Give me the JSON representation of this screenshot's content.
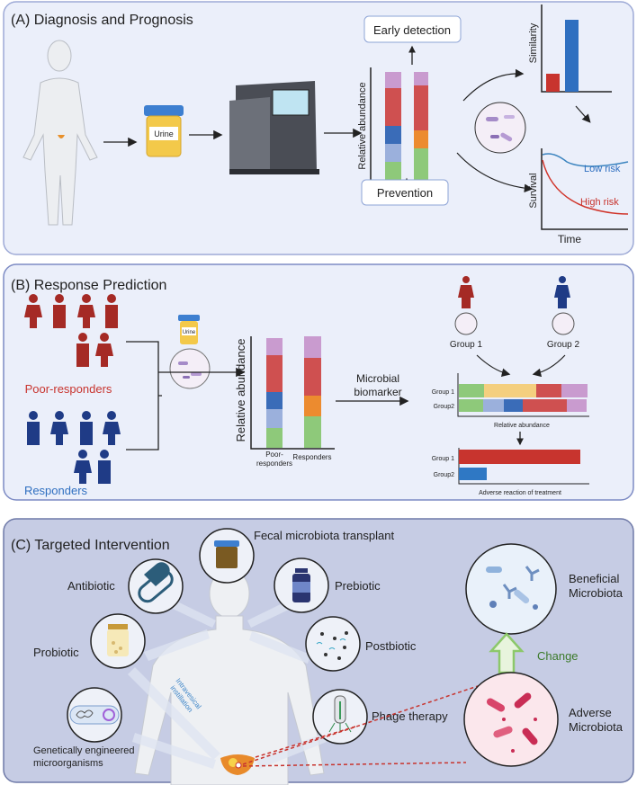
{
  "panelA": {
    "title": "(A) Diagnosis and Prognosis",
    "urine_label": "Urine",
    "ylabel": "Relative abundance",
    "early_detection": "Early detection",
    "prevention": "Prevention",
    "similarity_label": "Similarity",
    "survival_label": "Survival",
    "time_label": "Time",
    "low_risk": "Low risk",
    "high_risk": "High risk"
  },
  "panelB": {
    "title": "(B) Response Prediction",
    "poor_responders": "Poor-responders",
    "responders": "Responders",
    "urine_label": "Urine",
    "ylabel": "Relative abundance",
    "x_poor_1": "Poor-",
    "x_poor_2": "responders",
    "x_resp": "Responders",
    "biomarker_1": "Microbial",
    "biomarker_2": "biomarker",
    "group1": "Group 1",
    "group2": "Group 2",
    "row_group1": "Group 1",
    "row_group2": "Group2",
    "rel_abundance": "Relative abundance",
    "adverse": "Adverse reaction of treatment"
  },
  "panelC": {
    "title": "(C) Targeted Intervention",
    "fmt": "Fecal microbiota transplant",
    "antibiotic": "Antibiotic",
    "prebiotic": "Prebiotic",
    "probiotic": "Probiotic",
    "postbiotic": "Postbiotic",
    "gem_1": "Genetically engineered",
    "gem_2": "microorganisms",
    "phage": "Phage therapy",
    "intravesical_1": "Intravesical",
    "intravesical_2": "instillation",
    "beneficial_1": "Beneficial",
    "beneficial_2": "Microbiota",
    "change": "Change",
    "adverse_1": "Adverse",
    "adverse_2": "Microbiota"
  },
  "colors": {
    "purple": "#c99bcf",
    "red": "#cf5050",
    "dblue": "#3a6cb8",
    "lblue": "#9bb0dc",
    "green": "#8ec97a",
    "orange": "#ec8b2f",
    "yellow": "#f4cf7f",
    "accent_red": "#c8342e",
    "accent_blue": "#2f6fc0"
  }
}
